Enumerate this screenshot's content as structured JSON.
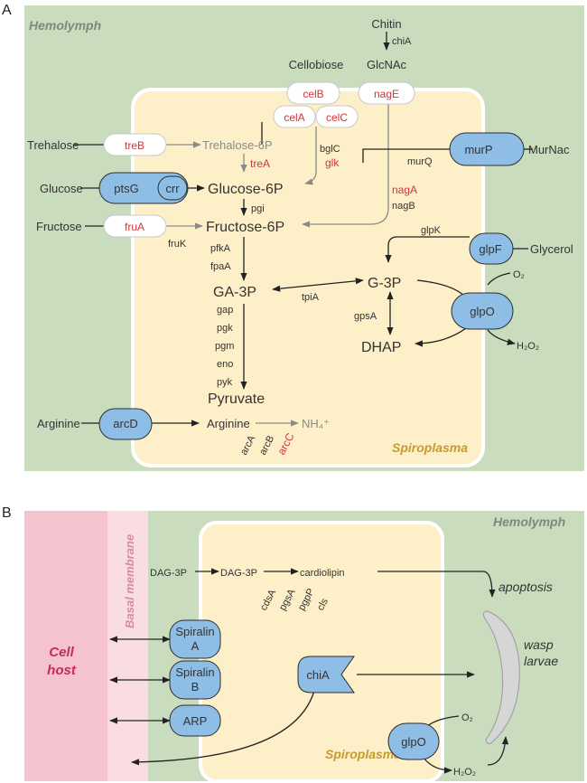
{
  "panel_a": {
    "letter": "A",
    "region_top": "Hemolymph",
    "region_cell": "Spiroplasma",
    "metabolites": {
      "chitin": "Chitin",
      "glcnac": "GlcNAc",
      "cellobiose": "Cellobiose",
      "trehalose": "Trehalose",
      "trehalose6p": "Trehalose-6P",
      "glucose": "Glucose",
      "glucose6p": "Glucose-6P",
      "fructose": "Fructose",
      "fructose6p": "Fructose-6P",
      "ga3p": "GA-3P",
      "g3p": "G-3P",
      "dhap": "DHAP",
      "pyruvate": "Pyruvate",
      "arginine_out": "Arginine",
      "arginine_in": "Arginine",
      "nh4": "NH₄⁺",
      "murnac": "MurNac",
      "glycerol": "Glycerol",
      "o2": "O₂",
      "h2o2": "H₂O₂"
    },
    "enzymes": {
      "chiA": "chiA",
      "bglC": "bglC",
      "glk": "glk",
      "treA": "treA",
      "pgi": "pgi",
      "fruK": "fruK",
      "pfkA": "pfkA",
      "fpaA": "fpaA",
      "tpiA": "tpiA",
      "gap": "gap",
      "pgk": "pgk",
      "pgm": "pgm",
      "eno": "eno",
      "pyk": "pyk",
      "murQ": "murQ",
      "nagA": "nagA",
      "nagB": "nagB",
      "glpK": "glpK",
      "gpsA": "gpsA",
      "arcA": "arcA",
      "arcB": "arcB",
      "arcC": "arcC"
    },
    "transporters": {
      "celB": "celB",
      "nagE": "nagE",
      "celA": "celA",
      "celC": "celC",
      "treB": "treB",
      "ptsG": "ptsG",
      "crr": "crr",
      "fruA": "fruA",
      "murP": "murP",
      "glpF": "glpF",
      "glpO": "glpO",
      "arcD": "arcD"
    }
  },
  "panel_b": {
    "letter": "B",
    "region_top": "Hemolymph",
    "region_cell": "Spiroplasma",
    "basal_membrane": "Basal membrane",
    "cell_host_1": "Cell",
    "cell_host_2": "host",
    "dag1": "DAG-3P",
    "dag2": "DAG-3P",
    "cardiolipin": "cardiolipin",
    "enzymes": [
      "cdsA",
      "pgsA",
      "pgpP",
      "cls"
    ],
    "apoptosis": "apoptosis",
    "wasp1": "wasp",
    "wasp2": "larvae",
    "spiralinA_1": "Spiralin",
    "spiralinA_2": "A",
    "spiralinB_1": "Spiralin",
    "spiralinB_2": "B",
    "arp": "ARP",
    "chiA": "chiA",
    "glpO": "glpO",
    "o2": "O₂",
    "h2o2": "H₂O₂"
  },
  "colors": {
    "hemolymph": "#c9dcbe",
    "cell": "#fdf0c8",
    "blob": "#8ebde6",
    "red_label": "#d0353b",
    "cell_host": "#f4c3cd",
    "basal": "#f9dde2",
    "host_text": "#c72a5c",
    "spiroplasma_text": "#c79a2e"
  }
}
